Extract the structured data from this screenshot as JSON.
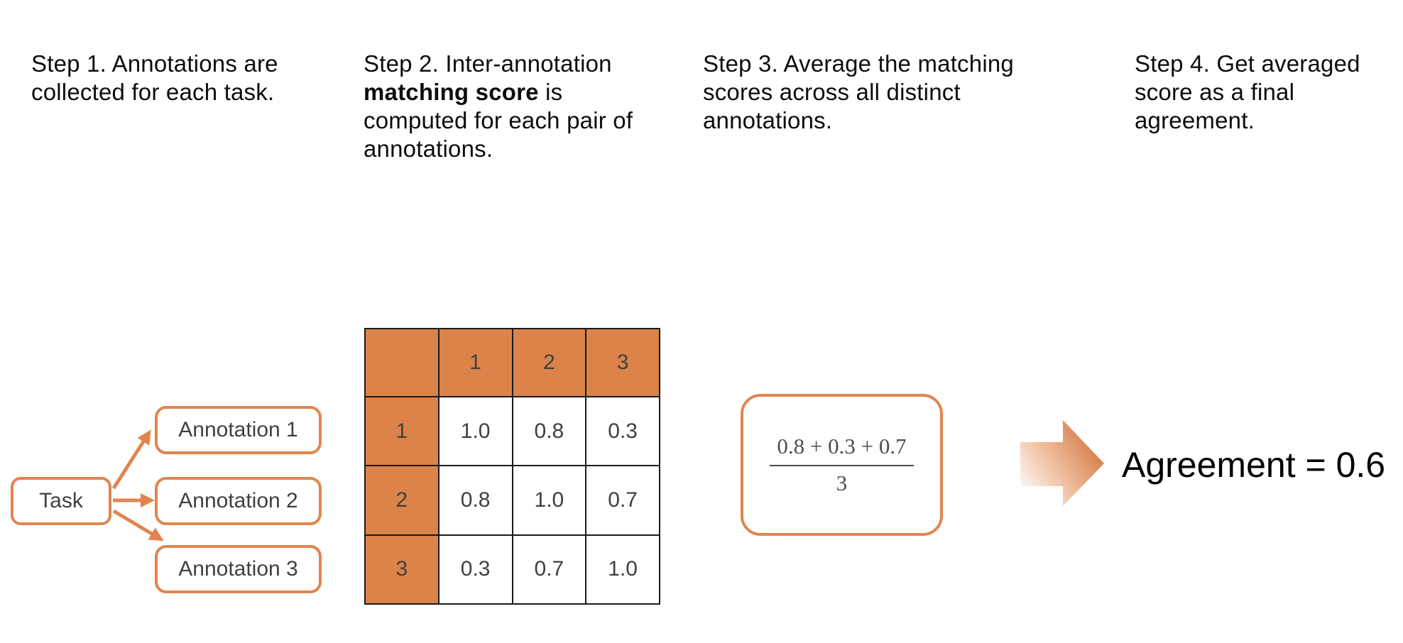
{
  "steps": {
    "step1": {
      "lines": [
        "Step 1. Annotations are",
        "collected for each task."
      ]
    },
    "step2": {
      "line1": "Step 2. Inter-annotation",
      "line2_bold": "matching score",
      "line2_rest": " is",
      "line3": "computed for each pair of",
      "line4": "annotations."
    },
    "step3": {
      "lines": [
        "Step 3. Average the matching",
        "scores across all distinct",
        "annotations."
      ]
    },
    "step4": {
      "lines": [
        "Step 4. Get averaged",
        "score as a final",
        "agreement."
      ]
    }
  },
  "task_diagram": {
    "task_label": "Task",
    "annotations": [
      "Annotation 1",
      "Annotation 2",
      "Annotation 3"
    ]
  },
  "matrix": {
    "corner": "",
    "col_headers": [
      "1",
      "2",
      "3"
    ],
    "rows": [
      {
        "label": "1",
        "values": [
          "1.0",
          "0.8",
          "0.3"
        ]
      },
      {
        "label": "2",
        "values": [
          "0.8",
          "1.0",
          "0.7"
        ]
      },
      {
        "label": "3",
        "values": [
          "0.3",
          "0.7",
          "1.0"
        ]
      }
    ]
  },
  "formula": {
    "numerator": "0.8 + 0.3 + 0.7",
    "denominator": "3"
  },
  "result": "Agreement = 0.6",
  "colors": {
    "accent_orange": "#DC8349",
    "border_orange": "#E0854F",
    "arrow_tip_orange": "#D06F38",
    "text_dark": "#404040",
    "table_border": "#1a1a1a"
  }
}
